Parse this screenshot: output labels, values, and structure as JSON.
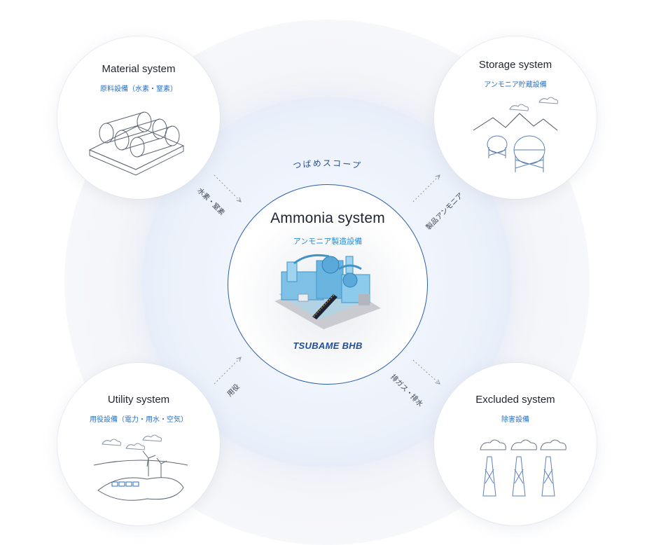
{
  "scope_label": "つばめスコープ",
  "center": {
    "title": "Ammonia system",
    "subtitle": "アンモニア製造設備",
    "logo_text": "TSUBAME BHB"
  },
  "satellites": {
    "material": {
      "title": "Material system",
      "subtitle": "原料設備（水素・窒素）"
    },
    "storage": {
      "title": "Storage system",
      "subtitle": "アンモニア貯蔵設備"
    },
    "utility": {
      "title": "Utility system",
      "subtitle": "用役設備（電力・用水・空気）"
    },
    "excluded": {
      "title": "Excluded system",
      "subtitle": "除害設備"
    }
  },
  "flows": {
    "material_in": "水素・窒素",
    "storage_out": "製品アンモニア",
    "utility_in": "用役",
    "excluded_out": "排ガス・排水"
  },
  "icons": {
    "material": "hydrogen-tanks-icon",
    "storage": "ammonia-storage-tanks-icon",
    "utility": "wind-solar-power-icon",
    "excluded": "exhaust-stacks-icon",
    "center": "ammonia-plant-icon"
  },
  "colors": {
    "accent_blue": "#2a8ad9",
    "ring_border": "#2c5fa8",
    "text_dark": "#1f2530",
    "line_art": "#5c7fb8"
  }
}
